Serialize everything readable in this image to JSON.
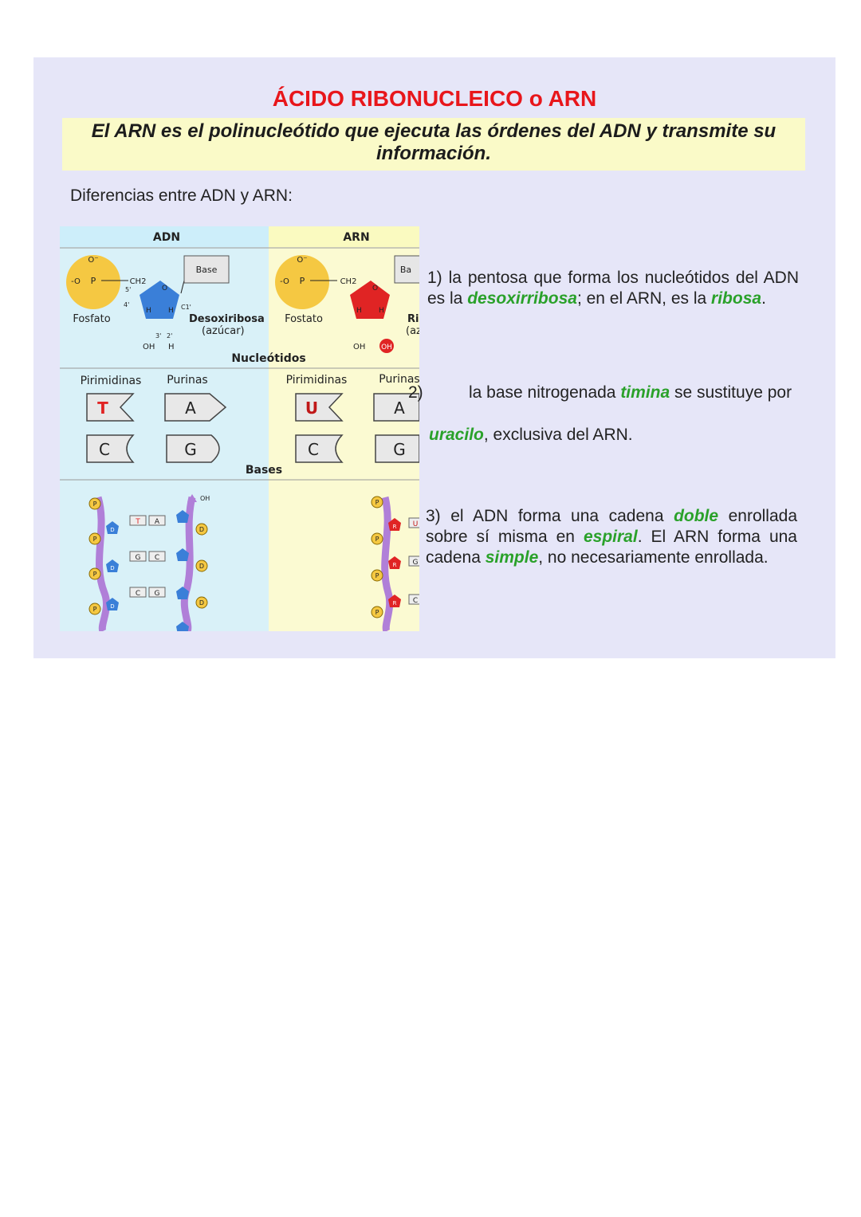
{
  "title": "ÁCIDO RIBONUCLEICO o ARN",
  "subtitle": "El ARN es el polinucleótido que ejecuta las órdenes del ADN y transmite su información.",
  "diff_heading": "Diferencias entre ADN y ARN:",
  "figure": {
    "adn": "ADN",
    "arn": "ARN",
    "base": "Base",
    "base_cut": "Ba",
    "fosfato": "Fosfato",
    "fostato": "Fostato",
    "desoxiribosa": "Desoxiribosa",
    "azucar": "(azúcar)",
    "ribosa_cut": "Ri",
    "azucar_cut": "(az",
    "nucleotidos": "Nucleótidos",
    "pirimidinas": "Pirimidinas",
    "purinas": "Purinas",
    "bases": "Bases",
    "t": "T",
    "a": "A",
    "c": "C",
    "g": "G",
    "u": "U",
    "p": "P",
    "d": "D",
    "r": "R",
    "oh": "OH",
    "h": "H",
    "c1": "C1'",
    "c2": "2'",
    "c3": "3'",
    "c4": "4'",
    "c5": "5'",
    "o": "O",
    "ch2": "CH2",
    "o_minus": "O⁻",
    "o_dash": "-O",
    "p_center": "P"
  },
  "points": {
    "p1_a": "1) la pentosa que forma los nucleótidos del ADN es la ",
    "p1_b": "desoxirribosa",
    "p1_c": "; en el ARN, es la ",
    "p1_d": "ribosa",
    "p1_e": ".",
    "p2_num": "2)",
    "p2_a": "la base nitrogenada ",
    "p2_b": "timina",
    "p2_c": " se sustituye por",
    "p2_d": "uracilo",
    "p2_e": ", exclusiva del ARN.",
    "p3_a": "3) el ADN forma una cadena ",
    "p3_b": "doble",
    "p3_c": " enrollada sobre sí misma en ",
    "p3_d": "espiral",
    "p3_e": ". El ARN forma una cadena ",
    "p3_f": "simple",
    "p3_g": ", no necesariamente enrollada."
  },
  "colors": {
    "title": "#e8161b",
    "subtitle_bg": "#fafac8",
    "slide_bg": "#e6e6f8",
    "highlight": "#2aa12a",
    "dna_sugar": "#3a7fd8",
    "rna_sugar": "#e02424",
    "phosphate": "#f5c842",
    "backbone": "#b07fd8"
  }
}
